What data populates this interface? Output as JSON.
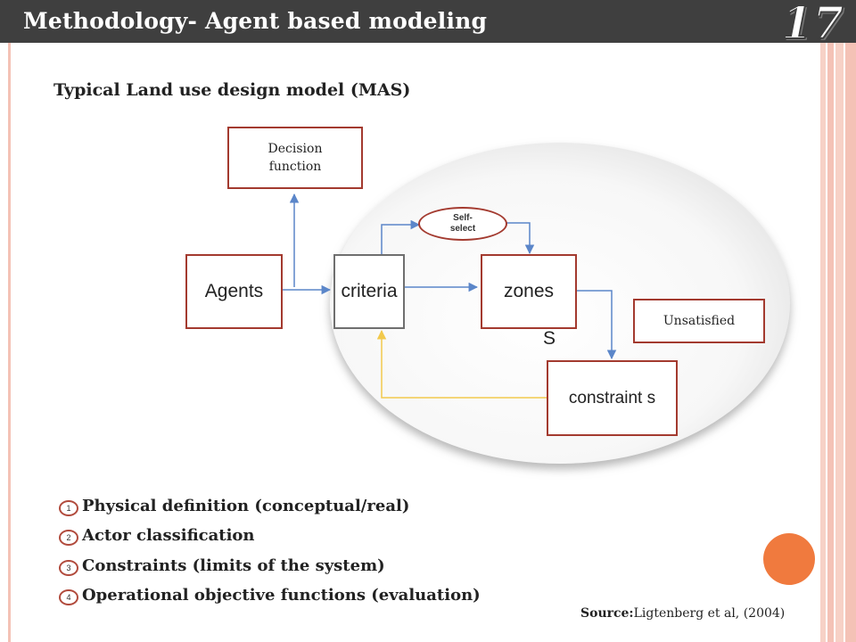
{
  "header": {
    "title": "Methodology- Agent based modeling",
    "slide_number": "17"
  },
  "subtitle": "Typical Land use design model (MAS)",
  "diagram": {
    "decision_box": "Decision function",
    "agents_box": "Agents",
    "criteria_box": "criteria",
    "zones_box": "zones",
    "zones_overflow": "S",
    "self_select_oval": "Self- select",
    "unsatisfied_box": "Unsatisfied",
    "constraints_box": "constraint s"
  },
  "list": [
    {
      "num": "1",
      "text": "Physical definition (conceptual/real)"
    },
    {
      "num": "2",
      "text": "Actor classification"
    },
    {
      "num": "3",
      "text": "Constraints (limits of the system)"
    },
    {
      "num": "4",
      "text": "Operational objective functions (evaluation)"
    }
  ],
  "source": {
    "label": "Source:",
    "text": "Ligtenberg et al, (2004)"
  },
  "colors": {
    "header_bg": "#3f3f3f",
    "box_border": "#a33a2f",
    "arrow_blue": "#5b86c9",
    "arrow_yellow": "#f2c94c",
    "accent_dot": "#f07a3e"
  }
}
